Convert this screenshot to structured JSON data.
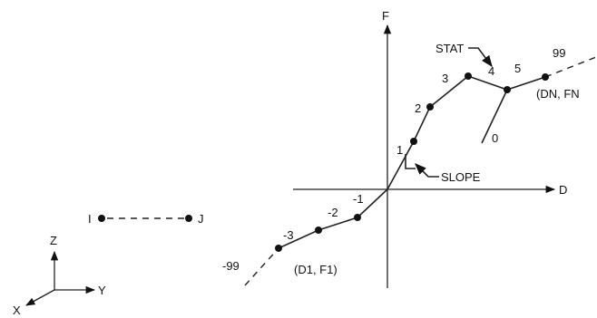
{
  "axes": {
    "force_label": "F",
    "displacement_label": "D"
  },
  "curve": {
    "point_labels": [
      "-3",
      "-2",
      "-1",
      "1",
      "2",
      "3",
      "4",
      "5"
    ],
    "end_negative": "-99",
    "end_positive": "99",
    "zero_label": "0",
    "first_point": "(D1, F1)",
    "last_point": "(DN, FN",
    "stat_label": "STAT",
    "slope_label": "SLOPE"
  },
  "element": {
    "node_i": "I",
    "node_j": "J"
  },
  "triad": {
    "z_label": "Z",
    "y_label": "Y",
    "x_label": "X"
  }
}
